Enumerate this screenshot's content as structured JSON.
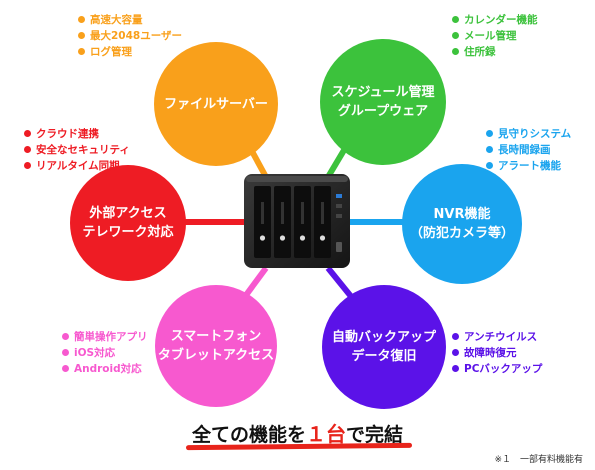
{
  "colors": {
    "file_server": "#f9a01b",
    "schedule": "#3cc23c",
    "nvr": "#1aa4ee",
    "backup": "#5b12e8",
    "mobile": "#f759cf",
    "remote": "#ee1c24"
  },
  "device": {
    "name": "nas-unit"
  },
  "circles": {
    "file_server": {
      "line1": "ファイルサーバー"
    },
    "schedule": {
      "line1": "スケジュール管理",
      "line2": "グループウェア"
    },
    "remote": {
      "line1": "外部アクセス",
      "line2": "テレワーク対応"
    },
    "nvr": {
      "line1": "NVR機能",
      "line2": "（防犯カメラ等）"
    },
    "mobile": {
      "line1": "スマートフォン",
      "line2": "タブレットアクセス"
    },
    "backup": {
      "line1": "自動バックアップ",
      "line2": "データ復旧"
    }
  },
  "features": {
    "file_server": [
      "高速大容量",
      "最大2048ユーザー",
      "ログ管理"
    ],
    "schedule": [
      "カレンダー機能",
      "メール管理",
      "住所録"
    ],
    "remote": [
      "クラウド連携",
      "安全なセキュリティ",
      "リアルタイム同期"
    ],
    "nvr": [
      "見守りシステム",
      "長時間録画",
      "アラート機能"
    ],
    "mobile": [
      "簡単操作アプリ",
      "iOS対応",
      "Android対応"
    ],
    "backup": [
      "アンチウイルス",
      "故障時復元",
      "PCバックアップ"
    ]
  },
  "headline": {
    "part1": "全ての機能を",
    "accent": "１台",
    "part2": "で完結"
  },
  "footnote": "※１　一部有料機能有"
}
